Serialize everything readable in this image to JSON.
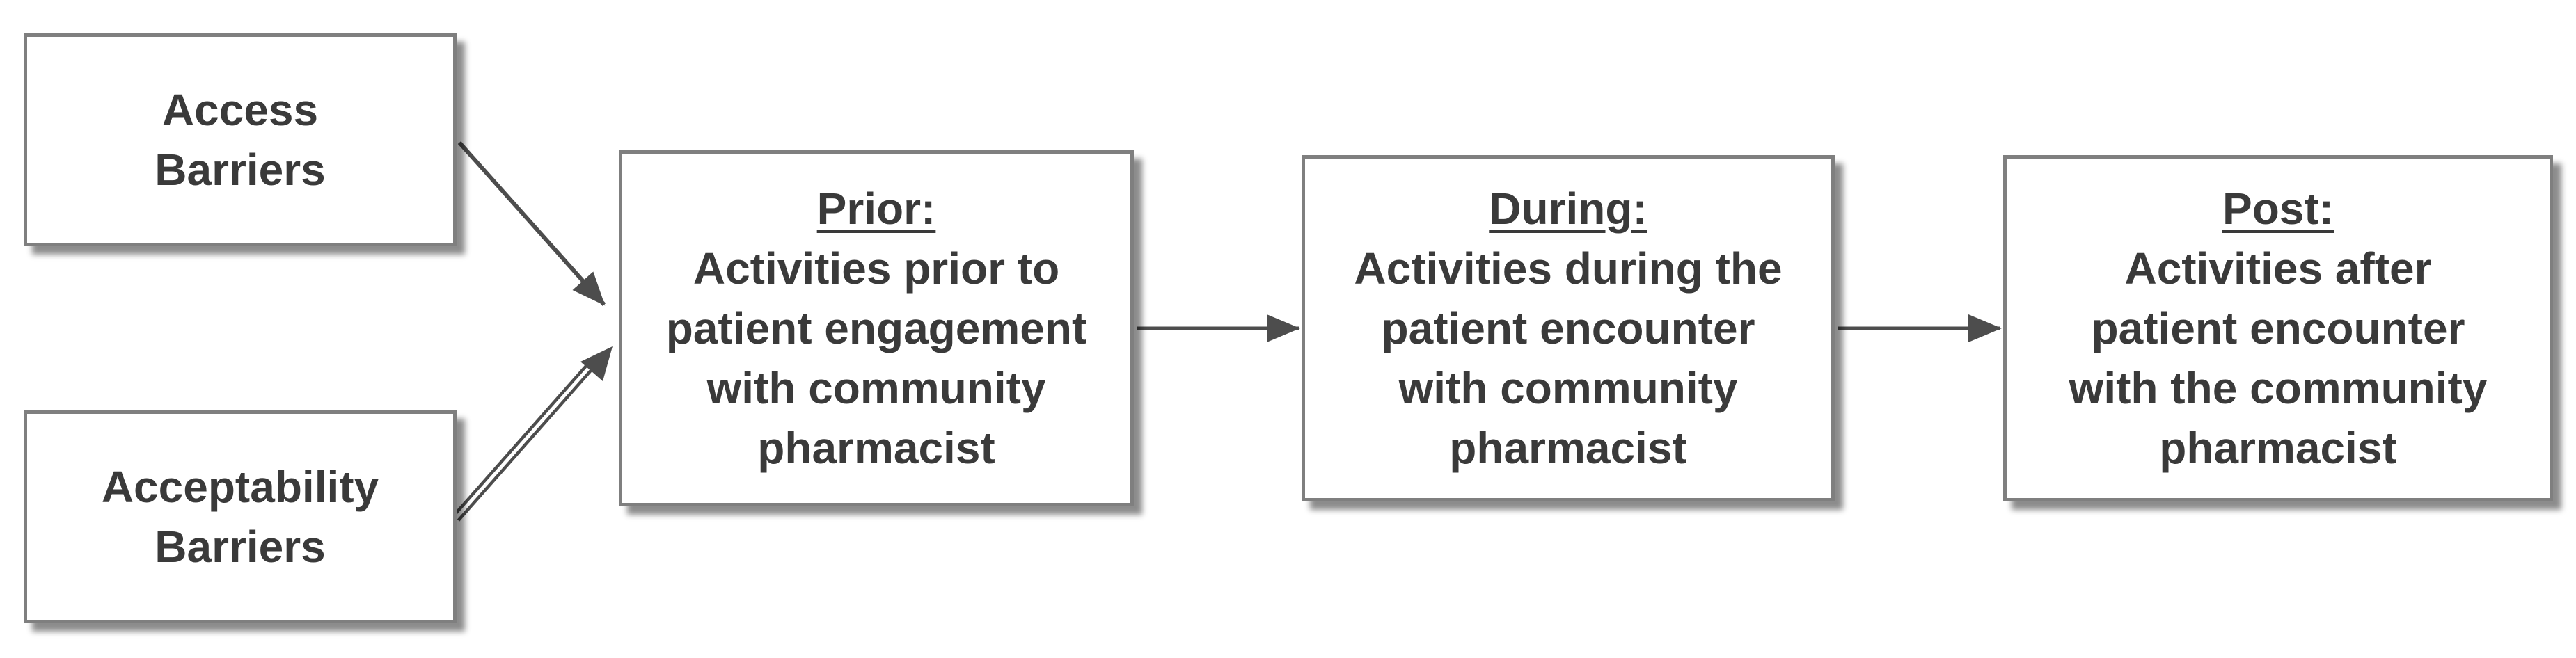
{
  "diagram": {
    "boxes": {
      "access": {
        "lines": [
          "Access",
          "Barriers"
        ]
      },
      "acceptability": {
        "lines": [
          "Acceptability",
          "Barriers"
        ]
      },
      "prior": {
        "heading": "Prior:",
        "lines": [
          "Activities prior to",
          "patient engagement",
          "with community",
          "pharmacist"
        ]
      },
      "during": {
        "heading": "During:",
        "lines": [
          "Activities during the",
          "patient encounter",
          "with community",
          "pharmacist"
        ]
      },
      "post": {
        "heading": "Post:",
        "lines": [
          "Activities after",
          "patient encounter",
          "with the community",
          "pharmacist"
        ]
      }
    },
    "connectors": [
      {
        "from": "access",
        "to": "prior",
        "style": "single"
      },
      {
        "from": "acceptability",
        "to": "prior",
        "style": "double"
      },
      {
        "from": "prior",
        "to": "during",
        "style": "single"
      },
      {
        "from": "during",
        "to": "post",
        "style": "single"
      }
    ],
    "colors": {
      "border": "#7f7f7f",
      "text": "#3a3a3a",
      "arrow": "#4d4d4d"
    }
  }
}
